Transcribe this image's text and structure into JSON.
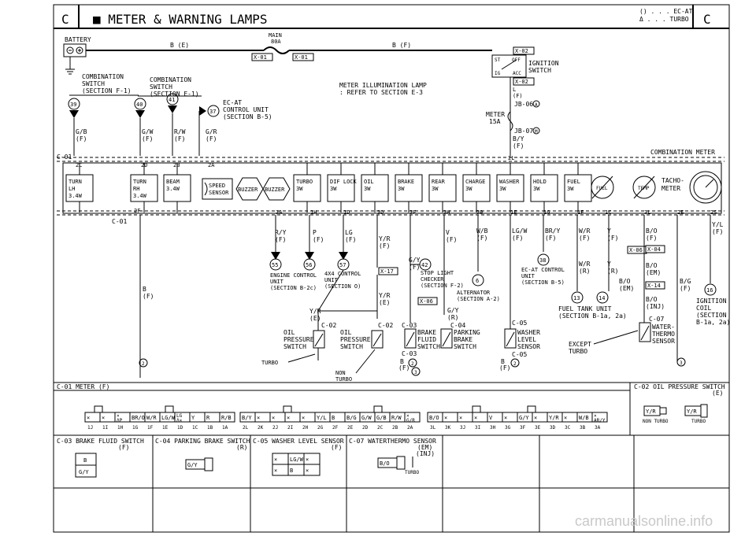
{
  "header": {
    "code_left": "C",
    "title": "■ METER & WARNING LAMPS",
    "note_line1": "() . . . EC-AT",
    "note_line2": "Δ . . . TURBO",
    "code_right": "C"
  },
  "top": {
    "battery": "BATTERY",
    "b_e": "B (E)",
    "main_line1": "MAIN",
    "main_line2": "80A",
    "b_f": "B (F)",
    "x01a": "X-01",
    "x01b": "X-01",
    "x02a": "X-02",
    "x02b": "X-02",
    "ignition_line1": "IGNITION",
    "ignition_line2": "SWITCH",
    "ig_st": "ST",
    "ig_off": "OFF",
    "ig_ig": "IG",
    "ig_acc": "ACC",
    "l_f_1": "L",
    "l_f_2": "(F)",
    "jb06": "JB-06",
    "jb06_mark": "A",
    "meter_line1": "METER",
    "meter_line2": "15A",
    "jb07": "JB-07",
    "jb07_mark": "M",
    "by_1": "B/Y",
    "by_2": "(F)",
    "comb1_line1": "COMBINATION",
    "comb1_line2": "SWITCH",
    "comb1_line3": "(SECTION F-1)",
    "comb2_line1": "COMBINATION",
    "comb2_line2": "SWITCH",
    "comb2_line3": "(SECTION E-1)",
    "ill_line1": "METER ILLUMINATION LAMP",
    "ill_line2": ": REFER TO SECTION E-3",
    "ecat_line1": "EC-AT",
    "ecat_line2": "CONTROL UNIT",
    "ecat_line3": "(SECTION B-5)",
    "n39": "39",
    "n40": "40",
    "n41": "41",
    "n37": "37",
    "w1a": "G/B",
    "w1b": "(F)",
    "w2a": "G/W",
    "w2b": "(F)",
    "w3a": "R/W",
    "w3b": "(F)",
    "w4a": "G/R",
    "w4b": "(F)",
    "comb_meter": "COMBINATION METER"
  },
  "meter": {
    "c01_top": "C-01",
    "c01_bot": "C-01",
    "pin2c": "2C",
    "pin2d": "2D",
    "pin2b": "2B",
    "pin2a": "2A",
    "pin2l": "2L",
    "pin2f": "2F",
    "pin3a": "3A",
    "pin1h": "1H",
    "pin1d": "1D",
    "pin3d": "3D",
    "pin3f": "3F",
    "pin3h": "3H",
    "pin3b": "3B",
    "pin1e": "1E",
    "pin1g": "1G",
    "pin1f": "1F",
    "pin1c": "1C",
    "pin3l": "3L",
    "pin2e": "2E",
    "pin2s": "2S",
    "lamps": [
      {
        "l1": "TURN",
        "l2": "LH",
        "l3": "3.4W"
      },
      {
        "l1": "TURN",
        "l2": "RH",
        "l3": "3.4W"
      },
      {
        "l1": "BEAM",
        "l2": "3.4W",
        "l3": ""
      },
      {
        "l1": "TURBO",
        "l2": "3W",
        "l3": ""
      },
      {
        "l1": "DIF LOCK",
        "l2": "3W",
        "l3": ""
      },
      {
        "l1": "OIL",
        "l2": "3W",
        "l3": ""
      },
      {
        "l1": "BRAKE",
        "l2": "3W",
        "l3": ""
      },
      {
        "l1": "REAR",
        "l2": "3W",
        "l3": ""
      },
      {
        "l1": "CHARGE",
        "l2": "3W",
        "l3": ""
      },
      {
        "l1": "WASHER",
        "l2": "3W",
        "l3": ""
      },
      {
        "l1": "HOLD",
        "l2": "3W",
        "l3": ""
      },
      {
        "l1": "FUEL",
        "l2": "3W",
        "l3": ""
      }
    ],
    "speed_line1": "SPEED",
    "speed_line2": "SENSOR",
    "buzzer1": "BUZZER",
    "buzzer2": "BUZZER",
    "fuel_gauge": "FUEL",
    "temp_gauge": "TEMP",
    "tacho_line1": "TACHO-",
    "tacho_line2": "METER"
  },
  "lower": {
    "b_f_1": "B",
    "b_f_2": "(F)",
    "ry_1": "R/Y",
    "ry_2": "(F)",
    "p_1": "P",
    "p_2": "(F)",
    "lg_1": "LG",
    "lg_2": "(F)",
    "yr_1": "Y/R",
    "yr_2": "(F)",
    "n55": "55",
    "n56": "56",
    "n57": "57",
    "n42": "42",
    "n6": "6",
    "n38": "38",
    "n13": "13",
    "n14": "14",
    "n16": "16",
    "engine_line1": "ENGINE CONTROL",
    "engine_line2": "UNIT",
    "engine_line3": "(SECTION B-2c)",
    "x4_line1": "4X4 CONTROL",
    "x4_line2": "UNIT",
    "x4_line3": "(SECTION O)",
    "x17": "X-17",
    "gy_1": "G/Y",
    "gy_2": "(F)",
    "stop_line1": "STOP LIGHT",
    "stop_line2": "CHECKER",
    "stop_line3": "(SECTION F-2)",
    "v_1": "V",
    "v_2": "(F)",
    "wb_1": "W/B",
    "wb_2": "(F)",
    "alt_line1": "ALTERNATOR",
    "alt_line2": "(SECTION A-2)",
    "lgw_1": "LG/W",
    "lgw_2": "(F)",
    "bry_1": "BR/Y",
    "bry_2": "(F)",
    "wr_1": "W/R",
    "wr_2": "(F)",
    "y_1": "Y",
    "y_2": "(F)",
    "bo_1": "B/O",
    "bo_2": "(F)",
    "yl_1": "Y/L",
    "yl_2": "(F)",
    "x06a": "X-06",
    "x04": "X-04",
    "x14": "X-14",
    "x06b": "X-06",
    "ecat_line1": "EC-AT CONTROL",
    "ecat_line2": "UNIT",
    "ecat_line3": "(SECTION B-5)",
    "wr2_1": "W/R",
    "wr2_2": "(R)",
    "y2_1": "Y",
    "y2_2": "(R)",
    "bo_em_1": "B/O",
    "bo_em_2": "(EM)",
    "bo_em2_1": "B/O",
    "bo_em2_2": "(EM)",
    "bo_inj_1": "B/O",
    "bo_inj_2": "(INJ)",
    "bg_1": "B/G",
    "bg_2": "(F)",
    "ign_coil_1": "IGNITION",
    "ign_coil_2": "COIL",
    "ign_coil_3": "(SECTION",
    "ign_coil_4": "B-1a, 2a)",
    "fuel_tank_1": "FUEL TANK UNIT",
    "fuel_tank_2": "(SECTION B-1a, 2a)",
    "c07": "C-07",
    "water_1": "WATER-",
    "water_2": "THERMO",
    "water_3": "SENSOR",
    "except_1": "EXCEPT",
    "except_2": "TURBO",
    "yr_e_1": "Y/R",
    "yr_e_2": "(E)",
    "c02a": "C-02",
    "c02b": "C-02",
    "oil1_1": "OIL",
    "oil1_2": "PRESSURE",
    "oil1_3": "SWITCH",
    "oil2_1": "OIL",
    "oil2_2": "PRESSURE",
    "oil2_3": "SWITCH",
    "turbo_label": "TURBO",
    "nonturbo_1": "NON",
    "nonturbo_2": "TURBO",
    "yr3_1": "Y/R",
    "yr3_2": "(E)",
    "c03": "C-03",
    "c04": "C-04",
    "c05": "C-05",
    "c05b": "C-05",
    "gy2_1": "G/Y",
    "gy2_2": "(R)",
    "brake_1": "BRAKE",
    "brake_2": "FLUID",
    "brake_3": "SWITCH",
    "park_1": "PARKING",
    "park_2": "BRAKE",
    "park_3": "SWITCH",
    "washer_1": "WASHER",
    "washer_2": "LEVEL",
    "washer_3": "SENSOR",
    "bf2_1": "B",
    "bf2_2": "(F)",
    "bf3_1": "B",
    "bf3_2": "(F)",
    "g1": "2",
    "g2": "2",
    "g3": "3",
    "g4": "2",
    "g5": "3"
  },
  "connectors": {
    "c01_title": "C-01 METER (F)",
    "c01_left": [
      {
        "t": "×",
        "s": "1J"
      },
      {
        "t": "×",
        "s": "1I"
      },
      {
        "t": "×\nΔP",
        "s": "1H"
      },
      {
        "t": "BR/O",
        "s": "1G"
      },
      {
        "t": "W/R",
        "s": "1F"
      },
      {
        "t": "LG/W",
        "s": "1E"
      },
      {
        "t": "LG\nΔ×",
        "s": "1D"
      },
      {
        "t": "Y",
        "s": "1C"
      },
      {
        "t": "R",
        "s": "1B"
      },
      {
        "t": "R/B",
        "s": "1A"
      }
    ],
    "c01_mid": [
      {
        "t": "B/Y",
        "s": "2L"
      },
      {
        "t": "×",
        "s": "2K"
      },
      {
        "t": "×",
        "s": "2J"
      },
      {
        "t": "×",
        "s": "2I"
      },
      {
        "t": "×",
        "s": "2H"
      },
      {
        "t": "Y/L",
        "s": "2G"
      },
      {
        "t": "B",
        "s": "2F"
      },
      {
        "t": "B/G",
        "s": "2E"
      },
      {
        "t": "G/W",
        "s": "2D"
      },
      {
        "t": "G/B",
        "s": "2C"
      },
      {
        "t": "R/W",
        "s": "2B"
      },
      {
        "t": "×\nG/R",
        "s": "2A"
      }
    ],
    "c01_right": [
      {
        "t": "B/O",
        "s": "3L"
      },
      {
        "t": "×",
        "s": "3K"
      },
      {
        "t": "×",
        "s": "3J"
      },
      {
        "t": "×",
        "s": "3I"
      },
      {
        "t": "V",
        "s": "3H"
      },
      {
        "t": "×",
        "s": "3G"
      },
      {
        "t": "G/Y",
        "s": "3F"
      },
      {
        "t": "×",
        "s": "3E"
      },
      {
        "t": "Y/R",
        "s": "3D"
      },
      {
        "t": "×",
        "s": "3C"
      },
      {
        "t": "W/B",
        "s": "3B"
      },
      {
        "t": "×\nAR/Y",
        "s": "3A"
      }
    ],
    "c02_title": "C-02 OIL PRESSURE SWITCH",
    "c02_sub": "(E)",
    "c02_a": "Y/R",
    "c02_a_lbl": "NON TURBO",
    "c02_b": "Y/R",
    "c02_b_lbl": "TURBO",
    "c03_title": "C-03 BRAKE FLUID SWITCH",
    "c03_sub": "(F)",
    "c03_a": "B",
    "c03_b": "G/Y",
    "c04_title": "C-04 PARKING BRAKE SWITCH",
    "c04_sub": "(R)",
    "c04_a": "G/Y",
    "c05_title": "C-05 WASHER LEVEL SENSOR",
    "c05_sub": "(F)",
    "c05_cells": [
      "×",
      "LG/W",
      "×",
      "×",
      "B",
      "×"
    ],
    "c07_title": "C-07 WATERTHERMO SENSOR",
    "c07_sub1": "(EM)",
    "c07_sub2": "(INJ)",
    "c07_a": "B/O",
    "c07_lbl": "TURBO"
  },
  "watermark": "carmanualsonline.info"
}
